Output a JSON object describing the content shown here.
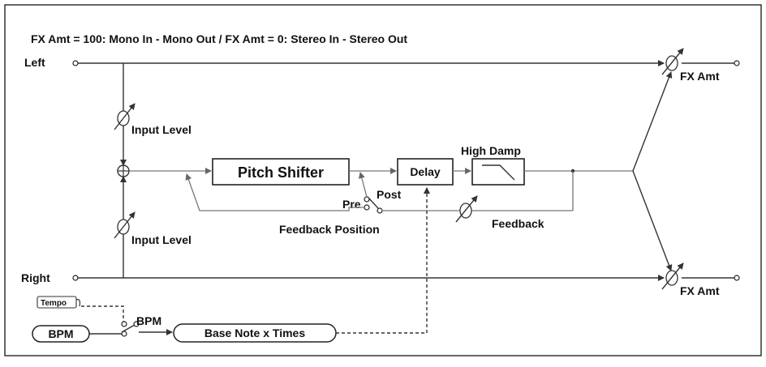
{
  "header": "FX Amt = 100: Mono In - Mono Out  /  FX Amt = 0: Stereo In - Stereo Out",
  "inputs": {
    "left": "Left",
    "right": "Right"
  },
  "controls": {
    "input_level_left": "Input Level",
    "input_level_right": "Input Level",
    "fx_amt_left": "FX Amt",
    "fx_amt_right": "FX Amt",
    "feedback": "Feedback",
    "high_damp": "High Damp"
  },
  "blocks": {
    "pitch_shifter": "Pitch Shifter",
    "delay": "Delay",
    "base_note": "Base Note x Times"
  },
  "switch": {
    "pre": "Pre",
    "post": "Post",
    "caption": "Feedback Position"
  },
  "tempo": {
    "tempo": "Tempo",
    "bpm_box": "BPM",
    "bpm_switch": "BPM"
  }
}
